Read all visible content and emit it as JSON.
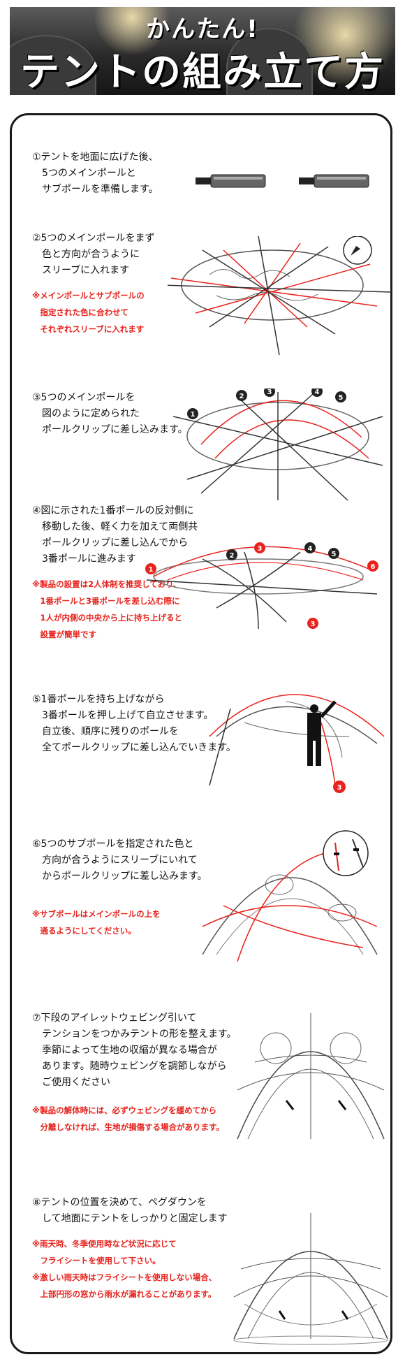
{
  "header": {
    "subtitle": "かんたん!",
    "title": "テントの組み立て方"
  },
  "steps": [
    {
      "text": "①テントを地面に広げた後、\n　5つのメインポールと\n　サブポールを準備します。",
      "note": ""
    },
    {
      "text": "②5つのメインポールをまず\n　色と方向が合うように\n　スリーブに入れます",
      "note": "※メインポールとサブポールの\n　指定された色に合わせて\n　それぞれスリーブに入れます"
    },
    {
      "text": "③5つのメインポールを\n　図のように定められた\n　ポールクリップに差し込みます。",
      "note": ""
    },
    {
      "text": "④図に示された1番ポールの反対側に\n　移動した後、軽く力を加えて両側共\n　ポールクリップに差し込んでから\n　3番ポールに進みます",
      "note": "※製品の設置は2人体制を推奨しており、\n　1番ポールと3番ポールを差し込む際に\n　1人が内側の中央から上に持ち上げると\n　設置が簡単です"
    },
    {
      "text": "⑤1番ポールを持ち上げながら\n　3番ポールを押し上げて自立させます。\n　自立後、順序に残りのポールを\n　全てポールクリップに差し込んでいきます。",
      "note": ""
    },
    {
      "text": "⑥5つのサブポールを指定された色と\n　方向が合うようにスリーブにいれて\n　からポールクリップに差し込みます。",
      "note": "※サブポールはメインポールの上を\n　通るようにしてください。"
    },
    {
      "text": "⑦下段のアイレットウェビング引いて\n　テンションをつかみテントの形を整えます。\n　季節によって生地の収縮が異なる場合が\n　あります。随時ウェビングを調節しながら\n　ご使用ください",
      "note": "※製品の解体時には、必ずウェビングを緩めてから\n　分離しなければ、生地が損傷する場合があります。"
    },
    {
      "text": "⑧テントの位置を決めて、ペグダウンを\n　して地面にテントをしっかりと固定します",
      "note": "※雨天時、冬季使用時など状況に応じて\n　フライシートを使用して下さい。\n※激しい雨天時はフライシートを使用しない場合、\n　上部円形の窓から雨水が漏れることがあります。"
    }
  ],
  "pole_numbers": {
    "n1": "1",
    "n2": "2",
    "n3": "3",
    "n4": "4",
    "n5": "5",
    "n6": "6"
  },
  "colors": {
    "accent": "#e8221c",
    "line": "#333333",
    "pole": "#555555"
  }
}
